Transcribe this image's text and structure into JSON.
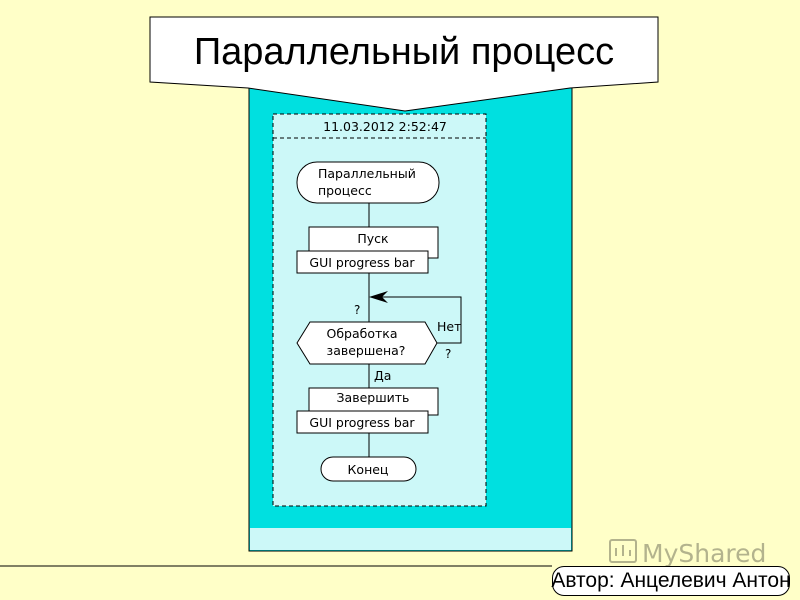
{
  "slide": {
    "title": "Параллельный процесс",
    "author": "Автор: Анцелевич Антон",
    "watermark": "MyShared"
  },
  "flowchart": {
    "timestamp": "11.03.2012 2:52:47",
    "start_line1": "Параллельный",
    "start_line2": "процесс",
    "launch_label": "Пуск",
    "gui_label_1": "GUI progress bar",
    "loop_question_mark": "?",
    "condition_line1": "Обработка",
    "condition_line2": "завершена?",
    "no_label": "Нет",
    "no_question_mark": "?",
    "yes_label": "Да",
    "finish_label": "Завершить",
    "gui_label_2": "GUI progress bar",
    "end_label": "Конец"
  },
  "colors": {
    "background": "#ffffc8",
    "diagram_fill": "#00e0e0",
    "light_strip": "#ccf8f8",
    "node_fill": "#ffffff"
  }
}
